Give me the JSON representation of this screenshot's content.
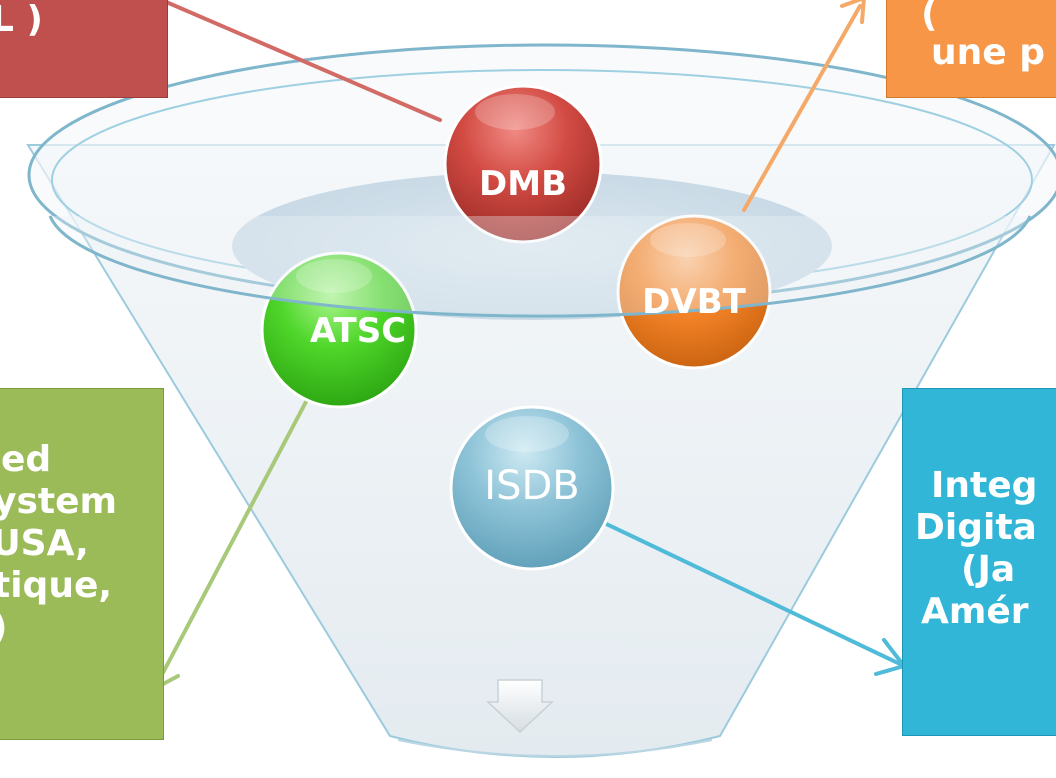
{
  "nodes": {
    "dmb": {
      "label": "DMB"
    },
    "dvbt": {
      "label": "DVBT"
    },
    "atsc": {
      "label": "ATSC"
    },
    "isdb": {
      "label": "ISDB"
    }
  },
  "callouts": {
    "dmb": {
      "lines": [
        "L )"
      ]
    },
    "dvbt": {
      "lines": [
        "(",
        "une p"
      ]
    },
    "atsc": {
      "lines": [
        "ed",
        "ystem",
        " (USA,",
        "tique,",
        ")"
      ]
    },
    "isdb": {
      "lines": [
        "Integ",
        "Digita",
        "(Ja",
        "Amér"
      ]
    }
  },
  "colors": {
    "dmb": "#c0504d",
    "dvbt": "#f79646",
    "atsc": "#9bbb59",
    "isdb": "#31b6d8",
    "funnel_outline": "#6fb3cc",
    "funnel_fill": "#eef3f7"
  },
  "icons": {
    "funnel_output": "down-arrow-icon"
  }
}
